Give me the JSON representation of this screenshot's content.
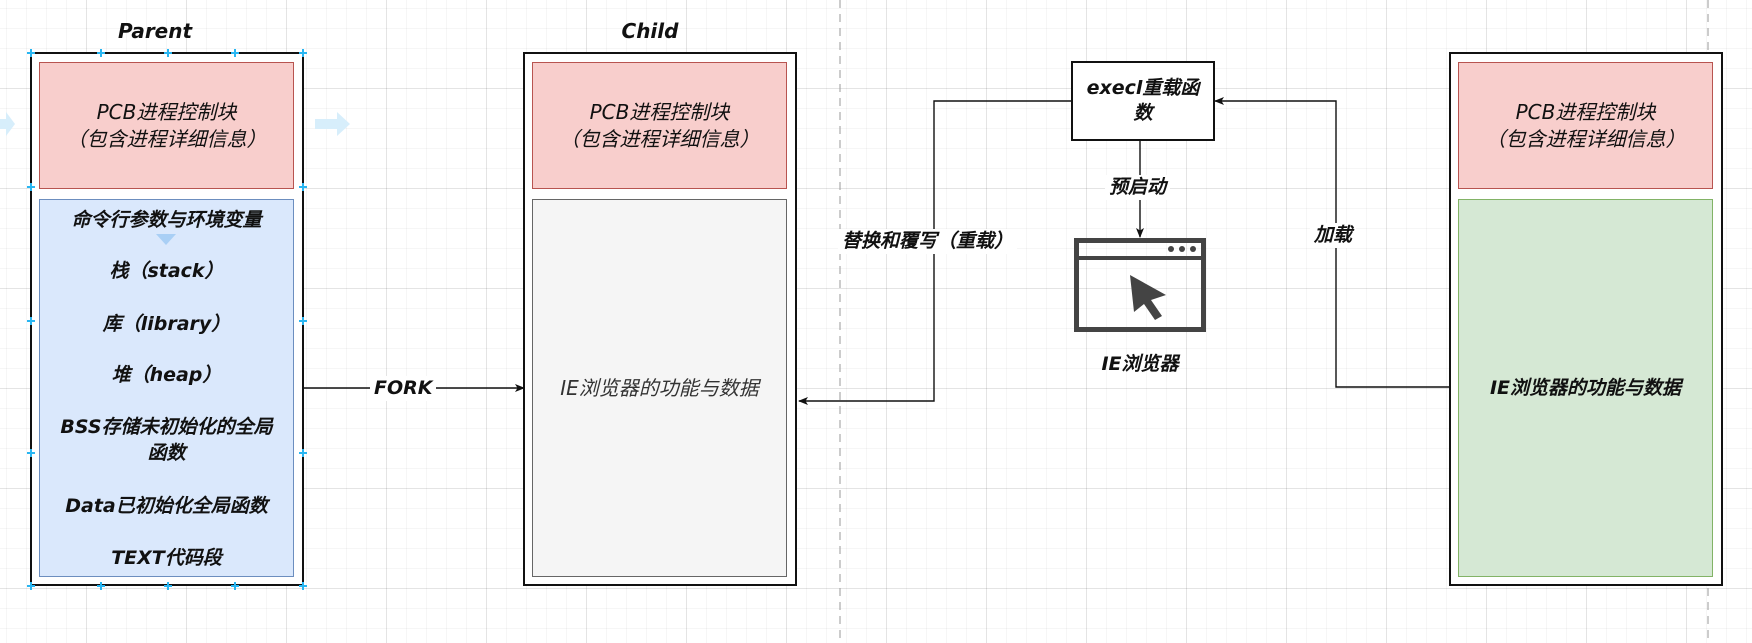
{
  "colors": {
    "pcb_fill": "#f8cecc",
    "pcb_border": "#b85450",
    "memory_fill": "#dae8fc",
    "memory_border": "#6c8ebf",
    "child_body_fill": "#f5f5f5",
    "loaded_fill": "#d5e8d4",
    "loaded_border": "#82b366",
    "selection_handle": "#29b6f2"
  },
  "parent": {
    "title": "Parent",
    "pcb_line1": "PCB进程控制块",
    "pcb_line2": "（包含进程详细信息）",
    "memory": [
      "命令行参数与环境变量",
      "栈（stack）",
      "库（library）",
      "堆（heap）",
      "BSS存储未初始化的全局",
      "函数",
      "Data已初始化全局函数",
      "TEXT代码段"
    ]
  },
  "child": {
    "title": "Child",
    "pcb_line1": "PCB进程控制块",
    "pcb_line2": "（包含进程详细信息）",
    "body": "IE浏览器的功能与数据"
  },
  "execl": {
    "line1": "execl重载函",
    "line2": "数"
  },
  "browser": {
    "icon": "browser-window-cursor-icon",
    "label": "IE浏览器"
  },
  "ie_process": {
    "pcb_line1": "PCB进程控制块",
    "pcb_line2": "（包含进程详细信息）",
    "body": "IE浏览器的功能与数据"
  },
  "edges": {
    "fork": "FORK",
    "preload": "预启动",
    "replace": "替换和覆写（重载）",
    "load": "加载"
  }
}
